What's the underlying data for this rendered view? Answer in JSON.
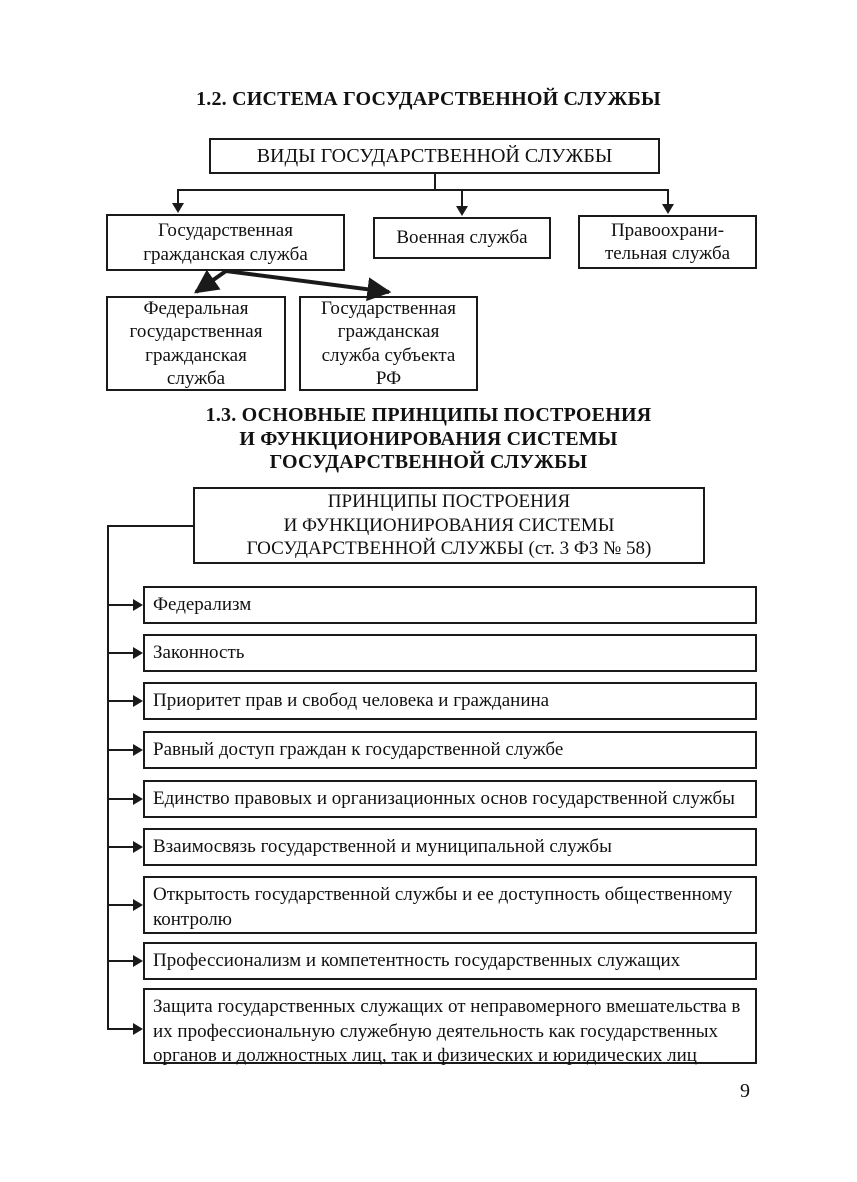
{
  "page": {
    "number": "9"
  },
  "section_12": {
    "heading": "1.2. СИСТЕМА ГОСУДАРСТВЕННОЙ СЛУЖБЫ",
    "root": {
      "label": "ВИДЫ ГОСУДАРСТВЕННОЙ СЛУЖБЫ"
    },
    "types": [
      {
        "line1": "Государственная",
        "line2": "гражданская служба"
      },
      {
        "line1": "Военная служба",
        "line2": ""
      },
      {
        "line1": "Правоохрани-",
        "line2": "тельная служба"
      }
    ],
    "subtypes": [
      {
        "line1": "Федеральная",
        "line2": "государственная",
        "line3": "гражданская",
        "line4": "служба"
      },
      {
        "line1": "Государственная",
        "line2": "гражданская",
        "line3": "служба субъекта",
        "line4": "РФ"
      }
    ]
  },
  "section_13": {
    "heading_line1": "1.3. ОСНОВНЫЕ ПРИНЦИПЫ ПОСТРОЕНИЯ",
    "heading_line2": "И ФУНКЦИОНИРОВАНИЯ СИСТЕМЫ",
    "heading_line3": "ГОСУДАРСТВЕННОЙ СЛУЖБЫ",
    "principles_header": {
      "line1": "ПРИНЦИПЫ ПОСТРОЕНИЯ",
      "line2": "И ФУНКЦИОНИРОВАНИЯ СИСТЕМЫ",
      "line3": "ГОСУДАРСТВЕННОЙ СЛУЖБЫ (ст. 3 ФЗ № 58)"
    },
    "principles": [
      {
        "text": "Федерализм"
      },
      {
        "text": "Законность"
      },
      {
        "text": "Приоритет прав и свобод человека и гражданина"
      },
      {
        "text": " Равный доступ граждан к государственной службе"
      },
      {
        "text": "Единство правовых и организационных основ государственной службы"
      },
      {
        "text": "Взаимосвязь государственной и муниципальной службы"
      },
      {
        "text": "Открытость государственной службы и ее доступность общественному контролю"
      },
      {
        "text": "Профессионализм и компетентность государственных служащих"
      },
      {
        "text": "Защита государственных служащих от неправомерного вмешательства в их профессиональную служебную деятельность как государственных органов и должностных лиц, так и физических и юридических лиц"
      }
    ]
  },
  "colors": {
    "ink": "#1a1a1a",
    "paper": "#ffffff"
  }
}
